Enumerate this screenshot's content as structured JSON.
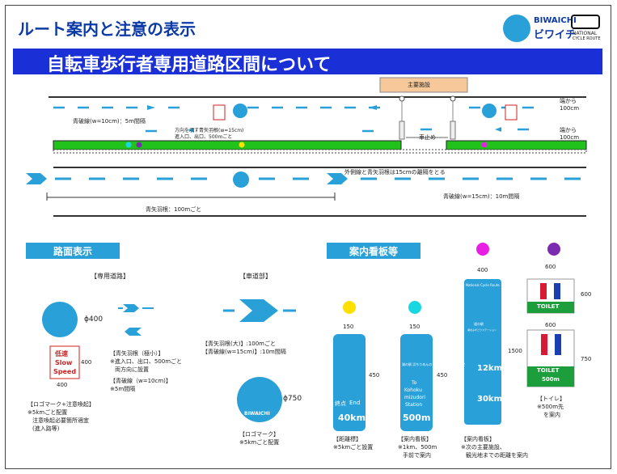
{
  "header": {
    "title": "ルート案内と注意の表示",
    "subtitle": "自転車歩行者専用道路区間について",
    "brand_en": "BIWAICHI",
    "brand_jp": "ビワイチ",
    "national_line1": "NATIONAL",
    "national_line2": "CYCLE ROUTE"
  },
  "plan": {
    "facility": "主要施設",
    "edge_distance_1": "端から",
    "edge_distance_1b": "100cm",
    "edge_distance_2": "端から",
    "edge_distance_2b": "100cm",
    "blue_line_5m": "青破線(w=10cm)：5m間隔",
    "arrow_note_1": "方向を示す青矢羽根(w=15cm)",
    "arrow_note_2": "進入口、出口、500mごと",
    "stop_label": "車止め",
    "gap_note": "外側線と青矢羽根は15cmの離隔をとる",
    "blue_line_10m": "青破線(w=15cm)：10m間隔",
    "arrow_100m": "青矢羽根：100mごと"
  },
  "road_section": {
    "heading": "路面表示",
    "sub_dedicated": "【専用道路】",
    "sub_roadway": "【車道部】",
    "diameter_small": "ϕ400",
    "caution_jp": "低速",
    "caution_en1": "Slow",
    "caution_en2": "Speed",
    "dim_400": "400",
    "dim_400b": "400",
    "logo_note_1": "【ロゴマーク+注意喚起】",
    "logo_note_2": "※5kmごと配置",
    "logo_note_3": "注意喚起必要箇所適宜",
    "logo_note_4": "(進入路等)",
    "small_arrow_1": "【青矢羽根（極小）】",
    "small_arrow_2": "※進入口、出口、500mごと",
    "small_arrow_3": "両方向に設置",
    "dash_10_1": "【青破線（w=10cm)】",
    "dash_10_2": "※5m間隔",
    "large_arrow_1": "【青矢羽根(大)】:100mごと",
    "large_arrow_2": "【青破線(w=15cm)】:10m間隔",
    "diameter_large": "ϕ750",
    "logo_mark_1": "【ロゴマーク】",
    "logo_mark_2": "※5kmごと配置",
    "biwaichi_ring": "BIWAICHI"
  },
  "sign_section": {
    "heading": "案内看板等",
    "dist_w": "150",
    "dist_h": "450",
    "dist_end_jp": "終点",
    "dist_end_en": "End",
    "dist_km": "40km",
    "dist_note_1": "【距離標】",
    "dist_note_2": "※5kmごと設置",
    "guide_w": "150",
    "guide_h": "450",
    "guide_jp": "湖の駅 浜ちりめんのさと ステーションまで",
    "guide_to": "To",
    "guide_en1": "Kohoku",
    "guide_en2": "mizudori",
    "guide_en3": "Station",
    "guide_dist": "500m",
    "guide_note_1": "【案内看板】",
    "guide_note_2": "※1km、500m",
    "guide_note_3": "手前で案内",
    "big_w": "400",
    "big_h": "1500",
    "big_title": "National Cycle Route",
    "big_dest1": "道の駅",
    "big_dest1b": "湖北みずどりステーション",
    "big_km1": "12km",
    "big_km2": "30km",
    "big_note_1": "【案内看板】",
    "big_note_2": "※次の主要施設、",
    "big_note_3": "観光地までの距離を案内",
    "toilet_w1": "600",
    "toilet_h1": "600",
    "toilet_label1": "TOILET",
    "toilet_w2": "600",
    "toilet_h2": "750",
    "toilet_label2": "TOILET",
    "toilet_dist": "500m",
    "toilet_note_1": "【トイレ】",
    "toilet_note_2": "※500m先",
    "toilet_note_3": "を案内"
  },
  "colors": {
    "accent": "#1a2fd6",
    "sky": "#2aa0d8",
    "green": "#22c21c",
    "yellow": "#ffe000",
    "cyan": "#19d7e0",
    "magenta": "#e91ee4",
    "purple": "#7a2bb0"
  }
}
